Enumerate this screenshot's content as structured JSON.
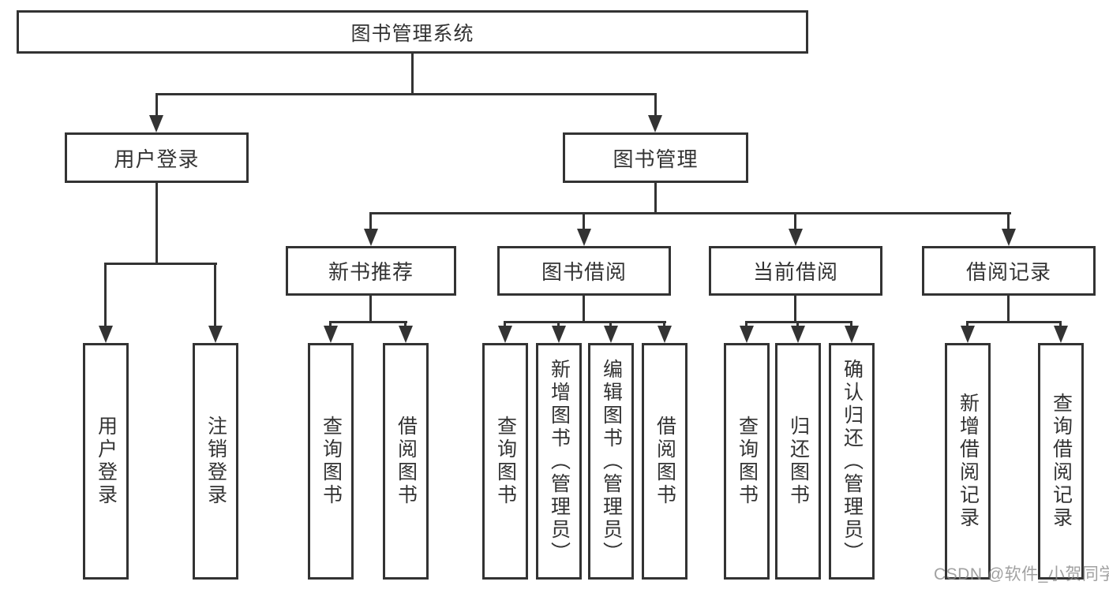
{
  "diagram": {
    "title": "图书管理系统",
    "root": {
      "label": "图书管理系统"
    },
    "branches": [
      {
        "label": "用户登录",
        "children": [
          {
            "label": "用户登录"
          },
          {
            "label": "注销登录"
          }
        ]
      },
      {
        "label": "图书管理",
        "children": [
          {
            "label": "新书推荐",
            "children": [
              {
                "label": "查询图书"
              },
              {
                "label": "借阅图书"
              }
            ]
          },
          {
            "label": "图书借阅",
            "children": [
              {
                "label": "查询图书"
              },
              {
                "label": "新增图书（管理员）"
              },
              {
                "label": "编辑图书（管理员）"
              },
              {
                "label": "借阅图书"
              }
            ]
          },
          {
            "label": "当前借阅",
            "children": [
              {
                "label": "查询图书"
              },
              {
                "label": "归还图书"
              },
              {
                "label": "确认归还（管理员）"
              }
            ]
          },
          {
            "label": "借阅记录",
            "children": [
              {
                "label": "新增借阅记录"
              },
              {
                "label": "查询借阅记录"
              }
            ]
          }
        ]
      }
    ]
  },
  "watermark": {
    "text": "CSDN @软件_小贺同学"
  },
  "colors": {
    "line": "#333333",
    "text": "#333333",
    "background": "#ffffff",
    "watermark": "#8a8a8a"
  }
}
